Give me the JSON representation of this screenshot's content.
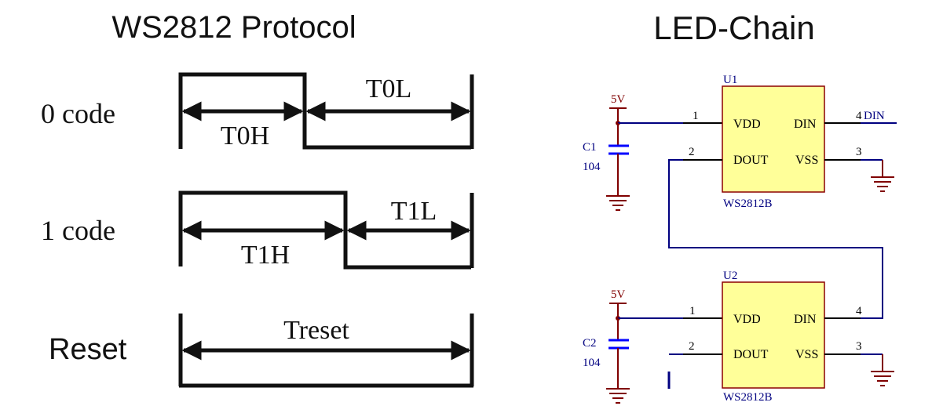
{
  "protocol": {
    "title": "WS2812 Protocol",
    "row0_label": "0 code",
    "row1_label": "1 code",
    "reset_label": "Reset",
    "t0h": "T0H",
    "t0l": "T0L",
    "t1h": "T1H",
    "t1l": "T1L",
    "treset": "Treset"
  },
  "chain": {
    "title": "LED-Chain",
    "u1": {
      "ref": "U1",
      "part": "WS2812B",
      "pin_vdd": "VDD",
      "pin_dout": "DOUT",
      "pin_din": "DIN",
      "pin_vss": "VSS",
      "pin1": "1",
      "pin2": "2",
      "pin3": "3",
      "pin4": "4",
      "din_net": "DIN",
      "supply": "5V",
      "cap_ref": "C1",
      "cap_val": "104"
    },
    "u2": {
      "ref": "U2",
      "part": "WS2812B",
      "pin_vdd": "VDD",
      "pin_dout": "DOUT",
      "pin_din": "DIN",
      "pin_vss": "VSS",
      "pin1": "1",
      "pin2": "2",
      "pin3": "3",
      "pin4": "4",
      "supply": "5V",
      "cap_ref": "C2",
      "cap_val": "104"
    }
  },
  "colors": {
    "ink": "#111111",
    "wire": "#000080",
    "pin": "#000000",
    "power": "#800000",
    "ic_fill": "#ffff99",
    "ic_border": "#8b0000",
    "cap": "#0000ff"
  }
}
